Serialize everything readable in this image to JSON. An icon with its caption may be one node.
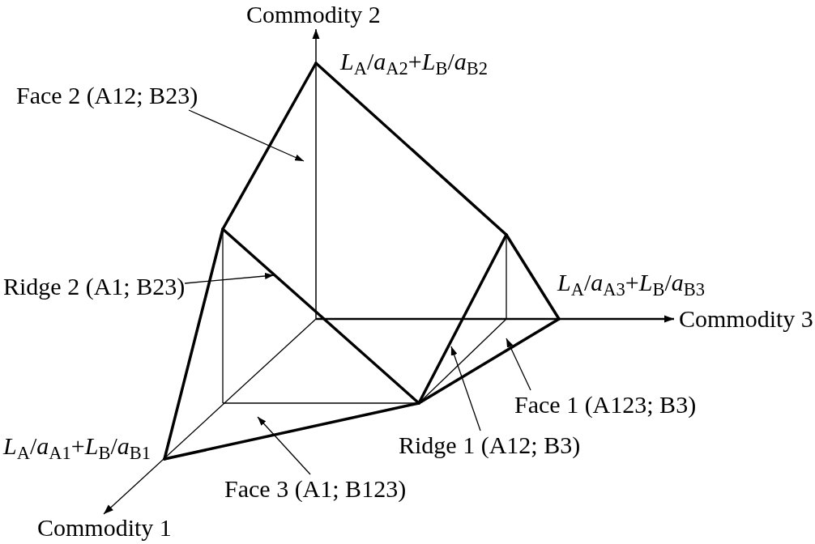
{
  "diagram": {
    "nodes": [
      {
        "text": [
          "Face 2 (A12; B23)"
        ]
      },
      {
        "text": [
          "Ridge 2 (A1; B23)"
        ]
      },
      {
        "text": [
          "Face 1 (A123; B3)"
        ]
      },
      {
        "text": [
          "Ridge 1 (A12; B3)"
        ]
      },
      {
        "text": [
          "Face 3 (A1; B123)"
        ]
      }
    ],
    "edges": [
      {
        "from": 0,
        "to": null,
        "arrow": "to"
      },
      {
        "from": 1,
        "to": null,
        "arrow": "to"
      },
      {
        "from": 2,
        "to": null,
        "arrow": "to"
      },
      {
        "from": 3,
        "to": null,
        "arrow": "to"
      },
      {
        "from": 4,
        "to": null,
        "arrow": "to"
      }
    ],
    "labels": [
      "Commodity 2",
      "*L*$_{A}$/*a*$_{A2}$+*L*$_{B}$/*a*$_{B2}$",
      "*L*$_{A}$/*a*$_{A3}$+*L*$_{B}$/*a*$_{B3}$",
      "Commodity 3",
      "*L*$_{A}$/*a*$_{A1}$+*L*$_{B}$/*a*$_{B1}$",
      "Commodity 1"
    ]
  }
}
